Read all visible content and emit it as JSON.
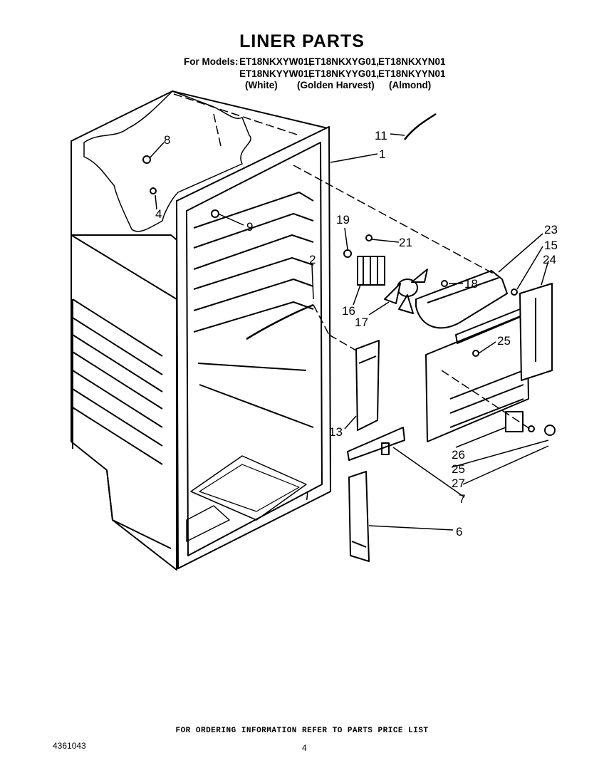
{
  "title": "LINER PARTS",
  "models": {
    "label": "For Models:",
    "row1": [
      "ET18NKXYW01,",
      "ET18NKXYG01,",
      "ET18NKXYN01"
    ],
    "row2": [
      "ET18NKYYW01,",
      "ET18NKYYG01,",
      "ET18NKYYN01"
    ],
    "colors": [
      "(White)",
      "(Golden Harvest)",
      "(Almond)"
    ]
  },
  "callouts": {
    "c1": "1",
    "c2": "2",
    "c4": "4",
    "c6": "6",
    "c7": "7",
    "c8": "8",
    "c9": "9",
    "c11": "11",
    "c13": "13",
    "c15": "15",
    "c16": "16",
    "c17": "17",
    "c18": "18",
    "c19": "19",
    "c21": "21",
    "c23": "23",
    "c24": "24",
    "c25a": "25",
    "c25b": "25",
    "c26": "26",
    "c27": "27"
  },
  "footer": "FOR ORDERING INFORMATION REFER TO PARTS PRICE LIST",
  "doc_number": "4361043",
  "page_number": "4"
}
